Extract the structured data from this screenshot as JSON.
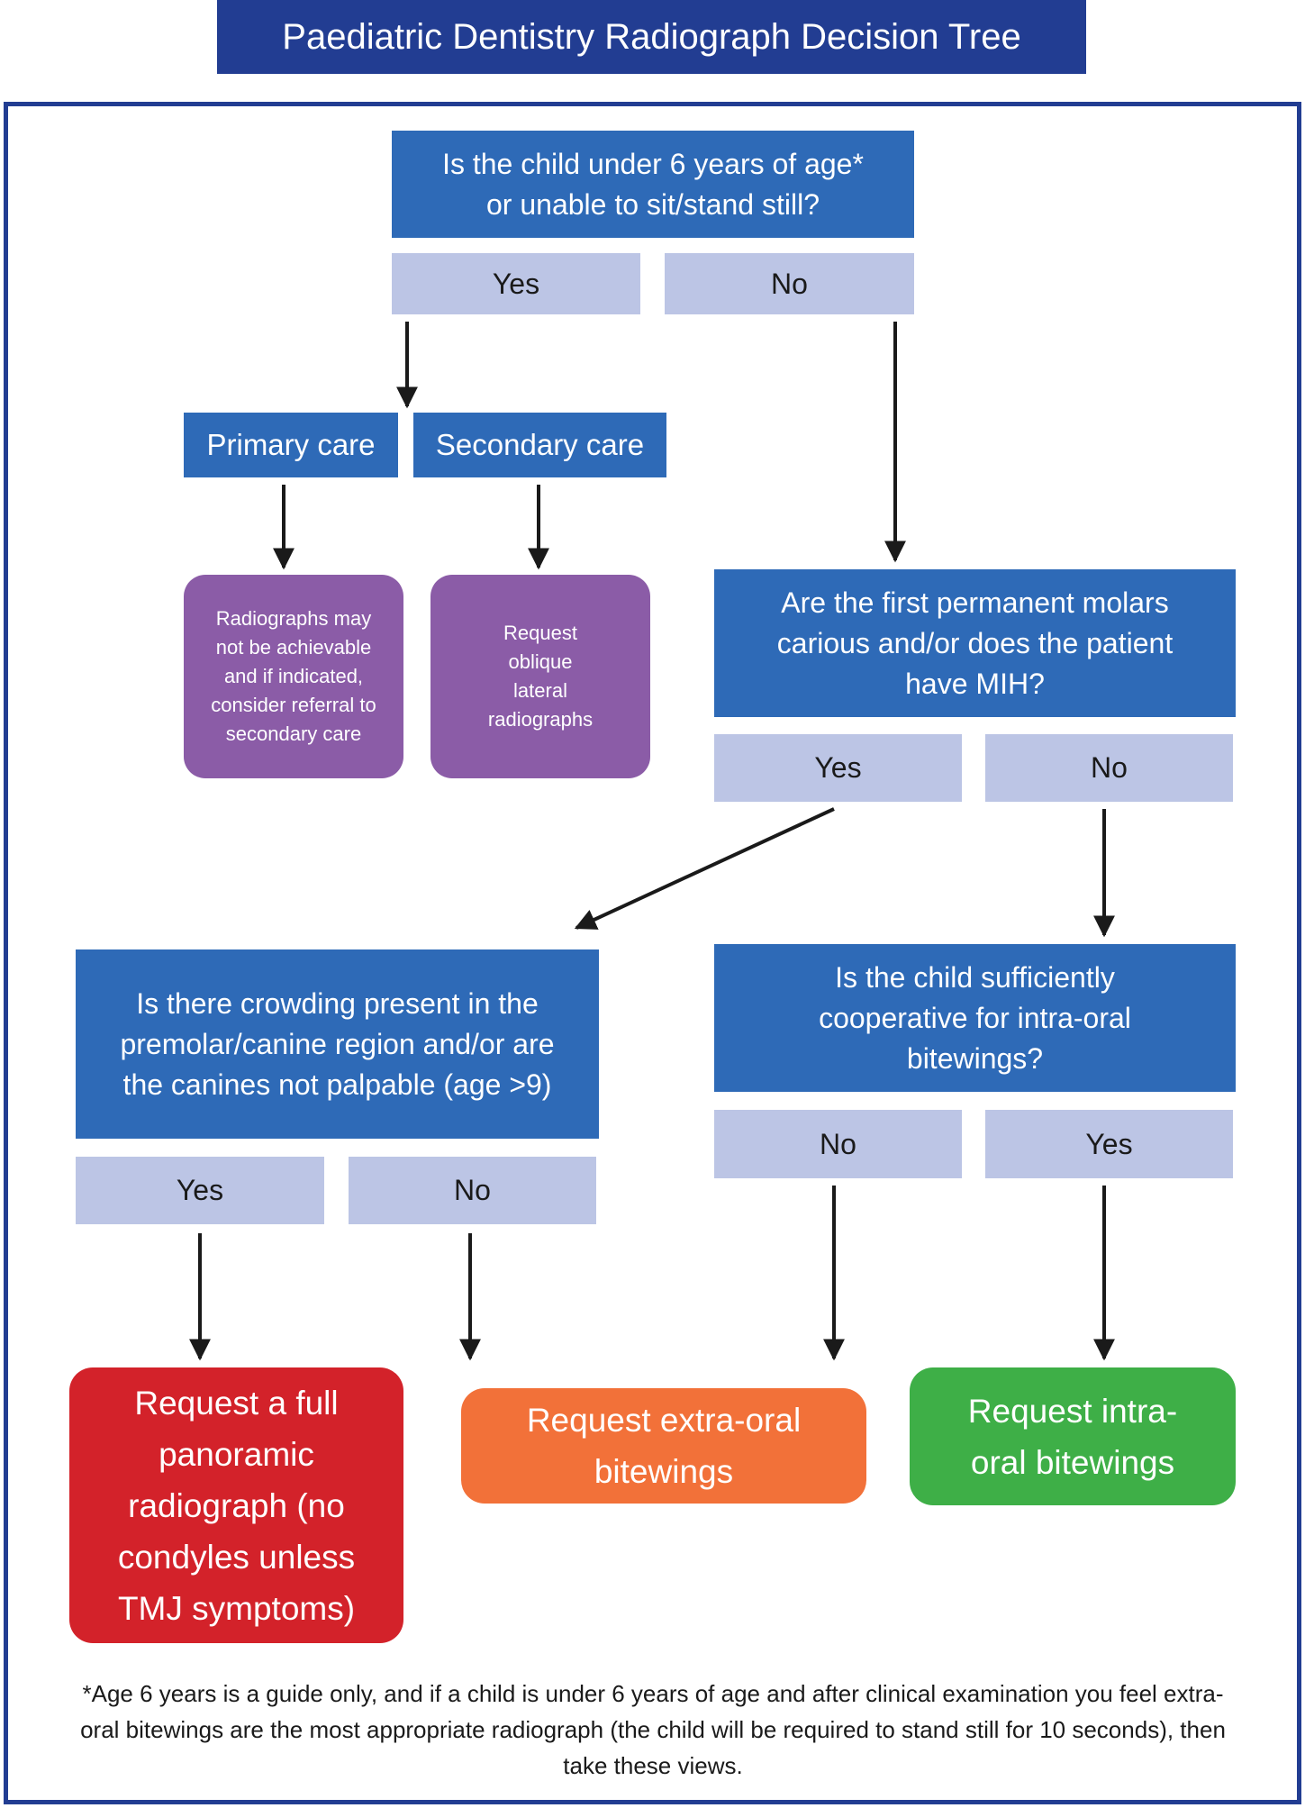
{
  "title": "Paediatric Dentistry Radiograph Decision Tree",
  "q1": {
    "text": "Is the child under 6 years of age* or unable to sit/stand still?",
    "yes": "Yes",
    "no": "No"
  },
  "care": {
    "primary": "Primary care",
    "secondary": "Secondary care"
  },
  "primary_note": "Radiographs may not be achievable and if indicated, consider referral to secondary care",
  "secondary_note": "Request oblique lateral radiographs",
  "q2": {
    "text": "Are the first permanent molars carious and/or does the patient have MIH?",
    "yes": "Yes",
    "no": "No"
  },
  "q3": {
    "text": "Is there crowding present in the premolar/canine region and/or are the canines not palpable (age >9)",
    "yes": "Yes",
    "no": "No"
  },
  "q4": {
    "text": "Is the child sufficiently cooperative for intra-oral bitewings?",
    "no": "No",
    "yes": "Yes"
  },
  "outcomes": {
    "panoramic": "Request a full panoramic radiograph (no condyles unless TMJ symptoms)",
    "extra_oral": "Request extra-oral bitewings",
    "intra_oral": "Request intra-oral bitewings"
  },
  "footnote": "*Age 6 years is a guide only, and if a child is under 6 years of age and after clinical examination you feel extra-oral bitewings are the most appropriate radiograph (the child will be required to stand still for 10 seconds), then take these views.",
  "colors": {
    "navy": "#223d92",
    "question_blue": "#2e6ab7",
    "answer_lavender": "#bcc5e5",
    "purple": "#8b5ca7",
    "red": "#d3222a",
    "orange": "#f27139",
    "green": "#3eaf47"
  }
}
